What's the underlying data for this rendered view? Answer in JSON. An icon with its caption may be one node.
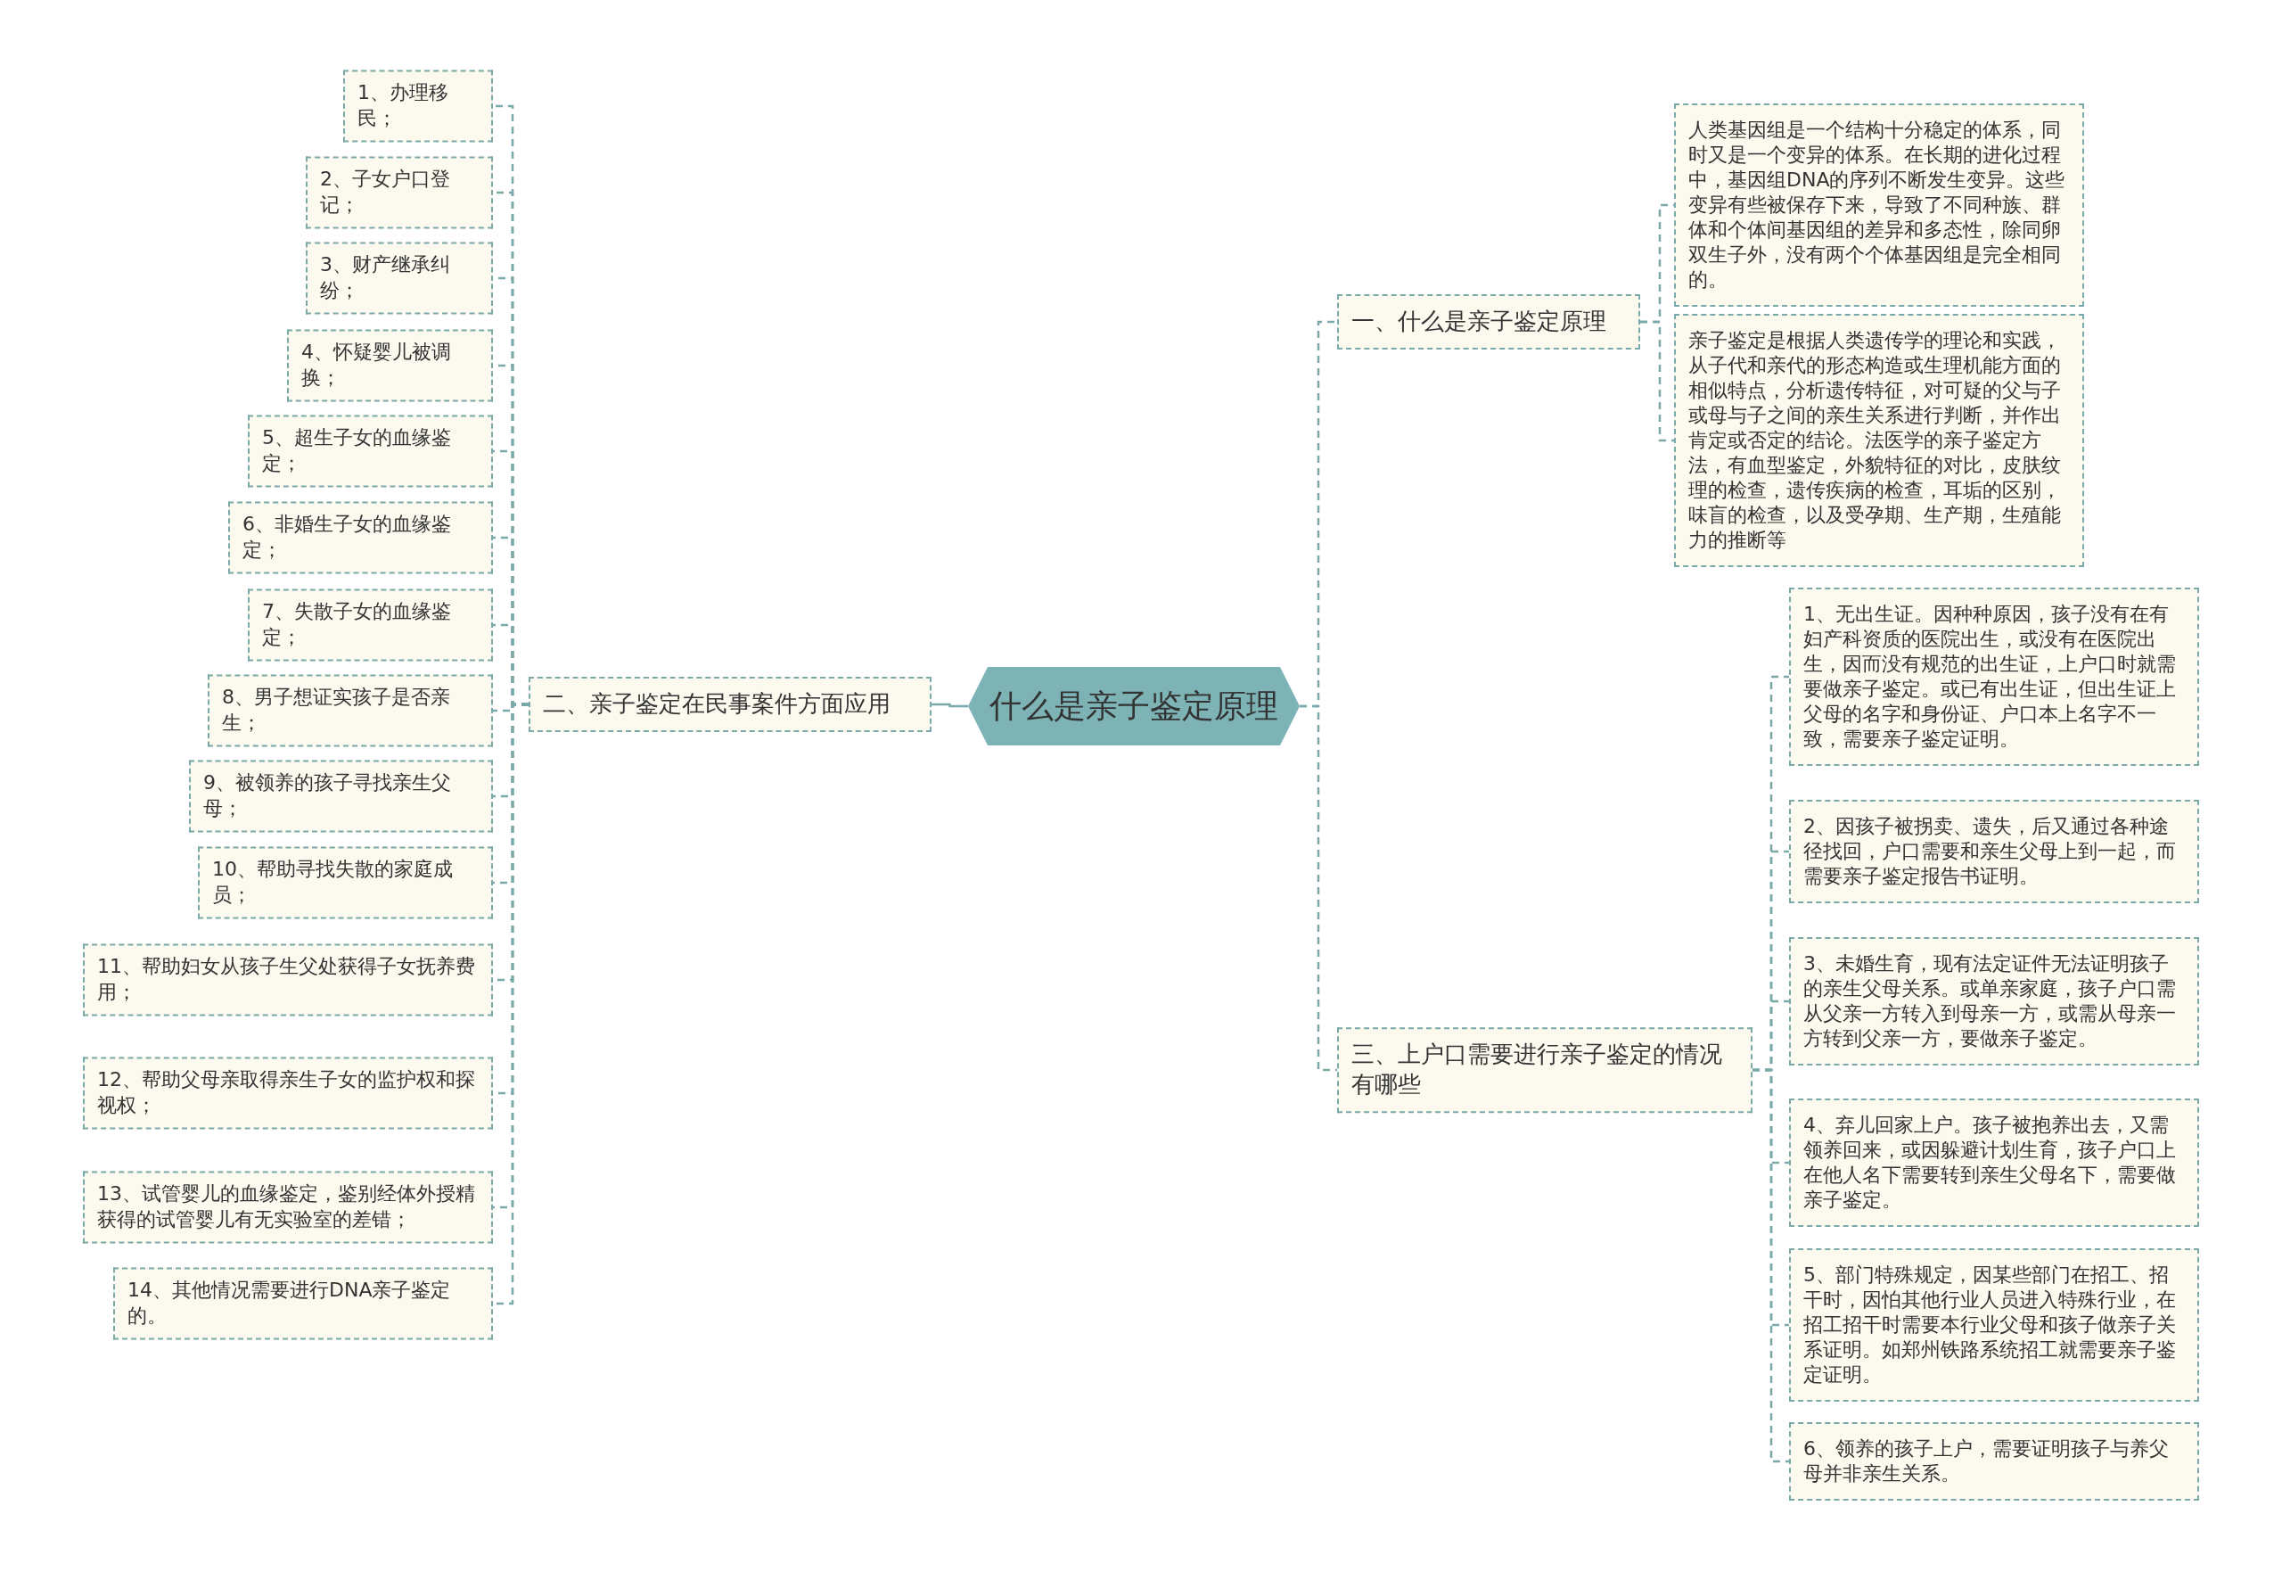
{
  "diagram": {
    "nodes": [
      {
        "text": [
          "什么是亲子鉴定原理"
        ]
      },
      {
        "text": [
          "一、什么是亲子鉴定原理"
        ]
      },
      {
        "text": [
          "人类基因组是一个结构十分稳定的体系，同时又是一个变异的体系。在长期的进化过程中，基因组DNA的序列不断发生变异。这些变异有些被保存下来，导致了不同种族、群体和个体间基因组的差异和多态性，除同卵双生子外，没有两个个体基因组是完全相同的。"
        ]
      },
      {
        "text": [
          "亲子鉴定是根据人类遗传学的理论和实践，从子代和亲代的形态构造或生理机能方面的相似特点，分析遗传特征，对可疑的父与子或母与子之间的亲生关系进行判断，并作出肯定或否定的结论。法医学的亲子鉴定方法，有血型鉴定，外貌特征的对比，皮肤纹理的检查，遗传疾病的检查，耳垢的区别，味盲的检查，以及受孕期、生产期，生殖能力的推断等"
        ]
      },
      {
        "text": [
          "二、亲子鉴定在民事案件方面应用"
        ]
      },
      {
        "text": [
          "1、办理移民；"
        ]
      },
      {
        "text": [
          "2、子女户口登记；"
        ]
      },
      {
        "text": [
          "3、财产继承纠纷；"
        ]
      },
      {
        "text": [
          "4、怀疑婴儿被调换；"
        ]
      },
      {
        "text": [
          "5、超生子女的血缘鉴定；"
        ]
      },
      {
        "text": [
          "6、非婚生子女的血缘鉴定；"
        ]
      },
      {
        "text": [
          "7、失散子女的血缘鉴定；"
        ]
      },
      {
        "text": [
          "8、男子想证实孩子是否亲生；"
        ]
      },
      {
        "text": [
          "9、被领养的孩子寻找亲生父母；"
        ]
      },
      {
        "text": [
          "10、帮助寻找失散的家庭成员；"
        ]
      },
      {
        "text": [
          "11、帮助妇女从孩子生父处获得子女抚养费用；"
        ]
      },
      {
        "text": [
          "12、帮助父母亲取得亲生子女的监护权和探视权；"
        ]
      },
      {
        "text": [
          "13、试管婴儿的血缘鉴定，鉴别经体外授精获得的试管婴儿有无实验室的差错；"
        ]
      },
      {
        "text": [
          "14、其他情况需要进行DNA亲子鉴定的。"
        ]
      },
      {
        "text": [
          "三、上户口需要进行亲子鉴定的情况有哪些"
        ]
      },
      {
        "text": [
          "1、无出生证。因种种原因，孩子没有在有妇产科资质的医院出生，或没有在医院出生，因而没有规范的出生证，上户口时就需要做亲子鉴定。或已有出生证，但出生证上父母的名字和身份证、户口本上名字不一致，需要亲子鉴定证明。"
        ]
      },
      {
        "text": [
          "2、因孩子被拐卖、遗失，后又通过各种途径找回，户口需要和亲生父母上到一起，而需要亲子鉴定报告书证明。"
        ]
      },
      {
        "text": [
          "3、未婚生育，现有法定证件无法证明孩子的亲生父母关系。或单亲家庭，孩子户口需从父亲一方转入到母亲一方，或需从母亲一方转到父亲一方，要做亲子鉴定。"
        ]
      },
      {
        "text": [
          "4、弃儿回家上户。孩子被抱养出去，又需领养回来，或因躲避计划生育，孩子户口上在他人名下需要转到亲生父母名下，需要做亲子鉴定。"
        ]
      },
      {
        "text": [
          "5、部门特殊规定，因某些部门在招工、招干时，因怕其他行业人员进入特殊行业，在招工招干时需要本行业父母和孩子做亲子关系证明。如郑州铁路系统招工就需要亲子鉴定证明。"
        ]
      },
      {
        "text": [
          "6、领养的孩子上户，需要证明孩子与养父母并非亲生关系。"
        ]
      }
    ],
    "edges": [
      {
        "from": 0,
        "to": 1,
        "arrow": "none",
        "style": "dashed"
      },
      {
        "from": 1,
        "to": 2,
        "arrow": "none",
        "style": "dashed"
      },
      {
        "from": 1,
        "to": 3,
        "arrow": "none",
        "style": "dashed"
      },
      {
        "from": 0,
        "to": 4,
        "arrow": "none"
      },
      {
        "from": 4,
        "to": 5,
        "arrow": "none",
        "style": "dashed"
      },
      {
        "from": 4,
        "to": 6,
        "arrow": "none",
        "style": "dashed"
      },
      {
        "from": 4,
        "to": 7,
        "arrow": "none",
        "style": "dashed"
      },
      {
        "from": 4,
        "to": 8,
        "arrow": "none",
        "style": "dashed"
      },
      {
        "from": 4,
        "to": 9,
        "arrow": "none",
        "style": "dashed"
      },
      {
        "from": 4,
        "to": 10,
        "arrow": "none",
        "style": "dashed"
      },
      {
        "from": 4,
        "to": 11,
        "arrow": "none",
        "style": "dashed"
      },
      {
        "from": 4,
        "to": 12,
        "arrow": "none",
        "style": "dashed"
      },
      {
        "from": 4,
        "to": 13,
        "arrow": "none",
        "style": "dashed"
      },
      {
        "from": 4,
        "to": 14,
        "arrow": "none",
        "style": "dashed"
      },
      {
        "from": 4,
        "to": 15,
        "arrow": "none",
        "style": "dashed"
      },
      {
        "from": 4,
        "to": 16,
        "arrow": "none",
        "style": "dashed"
      },
      {
        "from": 4,
        "to": 17,
        "arrow": "none",
        "style": "dashed"
      },
      {
        "from": 4,
        "to": 18,
        "arrow": "none",
        "style": "dashed"
      },
      {
        "from": 0,
        "to": 19,
        "arrow": "none",
        "style": "dashed"
      },
      {
        "from": 19,
        "to": 20,
        "arrow": "none",
        "style": "dashed"
      },
      {
        "from": 19,
        "to": 21,
        "arrow": "none",
        "style": "dashed"
      },
      {
        "from": 19,
        "to": 22,
        "arrow": "none",
        "style": "dashed"
      },
      {
        "from": 19,
        "to": 23,
        "arrow": "none",
        "style": "dashed"
      },
      {
        "from": 19,
        "to": 24,
        "arrow": "none",
        "style": "dashed"
      },
      {
        "from": 19,
        "to": 25,
        "arrow": "none",
        "style": "dashed"
      }
    ]
  }
}
